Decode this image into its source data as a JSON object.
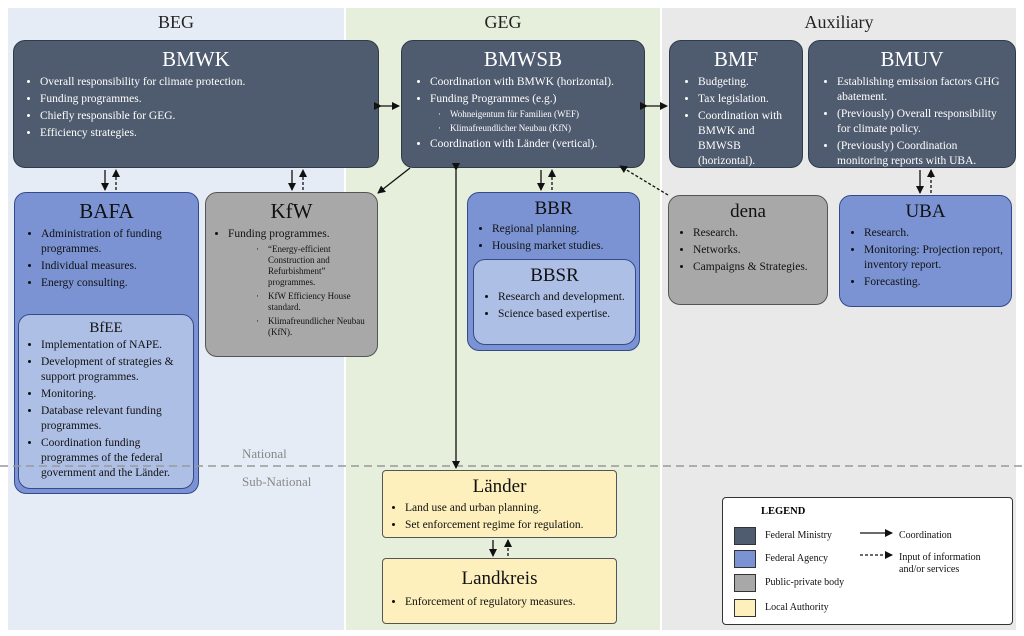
{
  "columns": {
    "beg": "BEG",
    "geg": "GEG",
    "aux": "Auxiliary"
  },
  "colors": {
    "beg_bg": "#e6ecf6",
    "geg_bg": "#e6efdc",
    "aux_bg": "#e9e9e9",
    "ministry": "#4f5b6e",
    "agency": "#7b93d3",
    "agency_light": "#aebfe6",
    "ppb": "#a8a8a8",
    "local": "#fdf0bd"
  },
  "bmwk": {
    "title": "BMWK",
    "items": [
      "Overall responsibility for climate protection.",
      "Funding programmes.",
      "Chiefly responsible for GEG.",
      "Efficiency strategies."
    ]
  },
  "bmwsb": {
    "title": "BMWSB",
    "item1": "Coordination with BMWK (horizontal).",
    "item2": "Funding Programmes (e.g.)",
    "sub": [
      "Wohneigentum für Familien  (WEF)",
      "Klimafreundlicher Neubau (KfN)"
    ],
    "item3": "Coordination with Länder (vertical)."
  },
  "bmf": {
    "title": "BMF",
    "items": [
      "Budgeting.",
      "Tax legislation.",
      "Coordination with BMWK and BMWSB (horizontal)."
    ]
  },
  "bmuv": {
    "title": "BMUV",
    "items": [
      "Establishing emission factors GHG abatement.",
      "(Previously) Overall responsibility for climate policy.",
      "(Previously) Coordination monitoring reports with UBA."
    ]
  },
  "bafa": {
    "title": "BAFA",
    "items": [
      "Administration of funding programmes.",
      "Individual measures.",
      "Energy consulting."
    ]
  },
  "bfee": {
    "title": "BfEE",
    "items": [
      "Implementation of NAPE.",
      "Development of strategies & support programmes.",
      "Monitoring.",
      "Database relevant funding programmes.",
      "Coordination funding programmes of the federal government and the Länder."
    ]
  },
  "kfw": {
    "title": "KfW",
    "item1": "Funding programmes.",
    "sub": [
      "“Energy-efficient Construction and Refurbishment” programmes.",
      "KfW Efficiency House standard.",
      "Klimafreundlicher Neubau (KfN)."
    ]
  },
  "bbr": {
    "title": "BBR",
    "items": [
      "Regional planning.",
      "Housing market studies."
    ]
  },
  "bbsr": {
    "title": "BBSR",
    "items": [
      "Research and development.",
      "Science based expertise."
    ]
  },
  "dena": {
    "title": "dena",
    "items": [
      "Research.",
      "Networks.",
      "Campaigns & Strategies."
    ]
  },
  "uba": {
    "title": "UBA",
    "items": [
      "Research.",
      "Monitoring: Projection report, inventory report.",
      "Forecasting."
    ]
  },
  "laender": {
    "title": "Länder",
    "items": [
      "Land use and urban planning.",
      "Set enforcement regime for regulation."
    ]
  },
  "landkreis": {
    "title": "Landkreis",
    "items": [
      "Enforcement of regulatory measures."
    ]
  },
  "levels": {
    "national": "National",
    "subnational": "Sub-National"
  },
  "legend": {
    "title": "LEGEND",
    "federal_ministry": "Federal Ministry",
    "federal_agency": "Federal Agency",
    "ppb": "Public-private body",
    "local": "Local Authority",
    "coordination": "Coordination",
    "input": "Input of information and/or services"
  }
}
